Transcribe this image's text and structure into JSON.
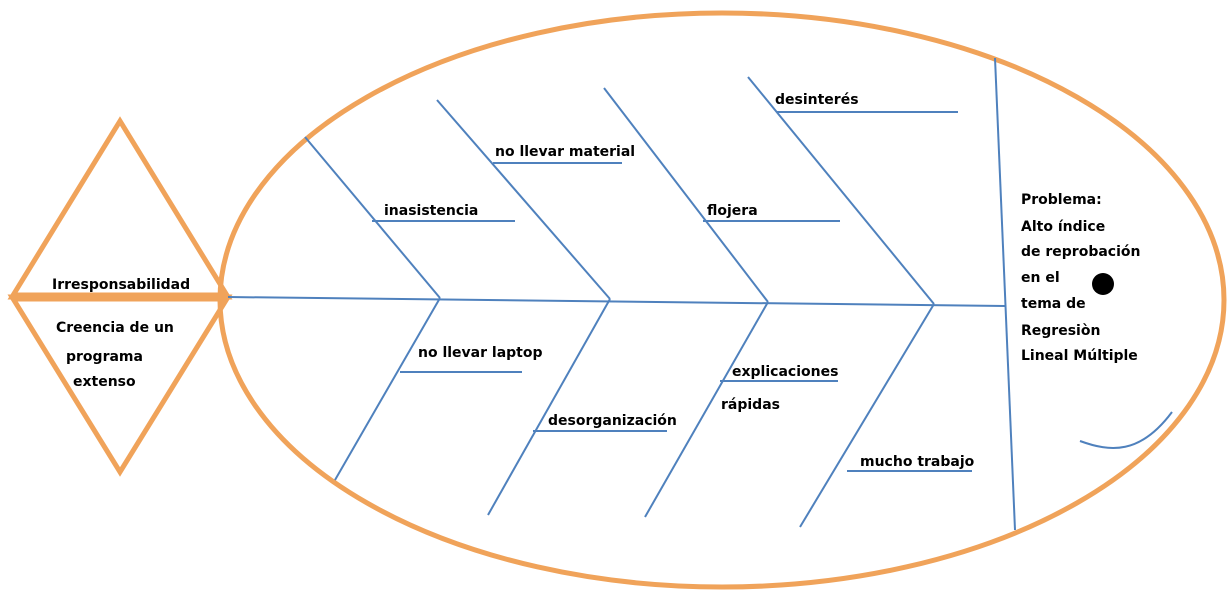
{
  "diagram": {
    "colors": {
      "outline": "#F0A35A",
      "bones": "#4F81BD",
      "text": "#000000",
      "eye": "#000000"
    },
    "tail": {
      "upper_label": "Irresponsabilidad",
      "lower_label_lines": [
        "Creencia de un",
        "programa",
        "extenso"
      ]
    },
    "causes_top": [
      {
        "label": "inasistencia"
      },
      {
        "label": "no llevar material"
      },
      {
        "label": "flojera"
      },
      {
        "label": "desinterés"
      }
    ],
    "causes_bottom": [
      {
        "label": "no llevar laptop"
      },
      {
        "label": "desorganización"
      },
      {
        "label_lines": [
          "explicaciones",
          "rápidas"
        ]
      },
      {
        "label": "mucho trabajo"
      }
    ],
    "head": {
      "problem_lines": [
        "Problema:",
        "Alto índice",
        "de reprobación",
        "en el",
        "tema de",
        "Regresiòn",
        "Lineal Múltiple"
      ]
    }
  }
}
